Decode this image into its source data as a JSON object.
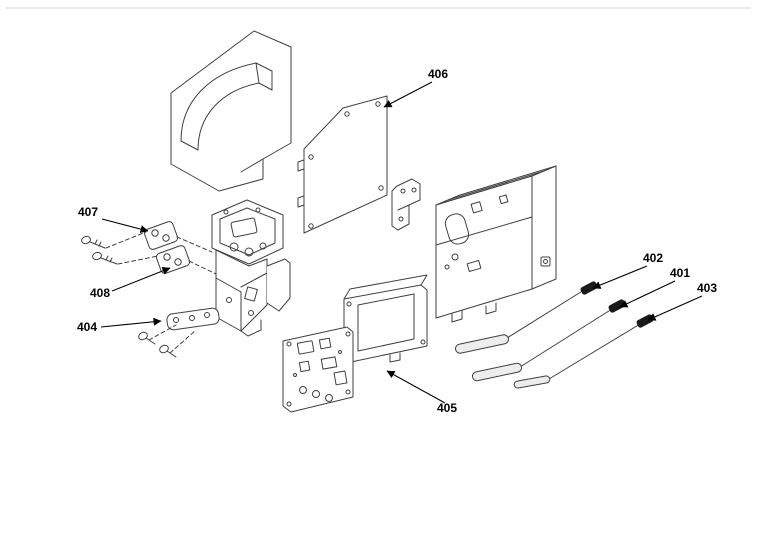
{
  "page": {
    "background": "#ffffff",
    "line_color": "#404040",
    "label_color": "#000000",
    "connector_color": "#1a1a1a",
    "sleeve_color": "#ededed"
  },
  "diagram": {
    "type": "exploded-parts-diagram",
    "callouts": {
      "c401": {
        "label": "401"
      },
      "c402": {
        "label": "402"
      },
      "c403": {
        "label": "403"
      },
      "c404": {
        "label": "404"
      },
      "c405": {
        "label": "405"
      },
      "c406": {
        "label": "406"
      },
      "c407": {
        "label": "407"
      },
      "c408": {
        "label": "408"
      }
    }
  }
}
